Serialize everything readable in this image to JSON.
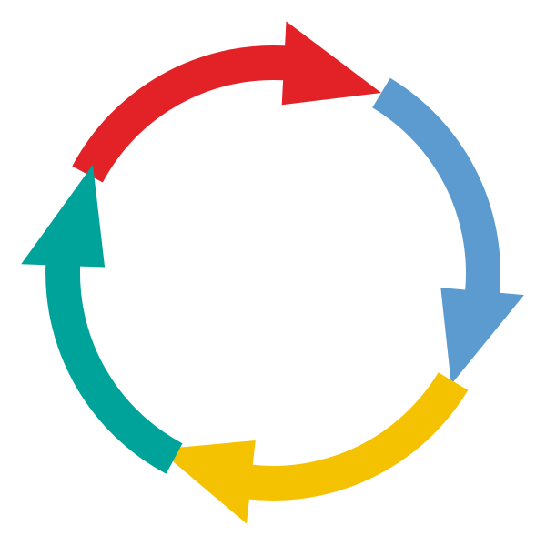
{
  "diagram": {
    "type": "cycle",
    "direction": "clockwise",
    "background": "#ffffff",
    "arrows": [
      {
        "name": "top-arrow",
        "color": "#e32227"
      },
      {
        "name": "right-arrow",
        "color": "#5b9bd0"
      },
      {
        "name": "bottom-arrow",
        "color": "#f4c200"
      },
      {
        "name": "left-arrow",
        "color": "#00a39a"
      }
    ]
  }
}
